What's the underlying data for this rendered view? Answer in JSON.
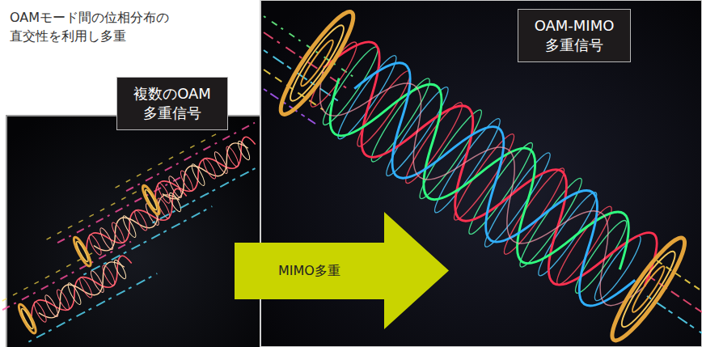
{
  "diagram": {
    "nodes": [
      {
        "text": [
          "複数のOAM 多重信号"
        ]
      },
      {
        "text": [
          "MIMO多重"
        ]
      },
      {
        "text": [
          "OAM-MIMO 多重信号"
        ]
      }
    ],
    "labels": [
      "OAMモード間の位相分布の 直交性を利用し多重"
    ]
  }
}
